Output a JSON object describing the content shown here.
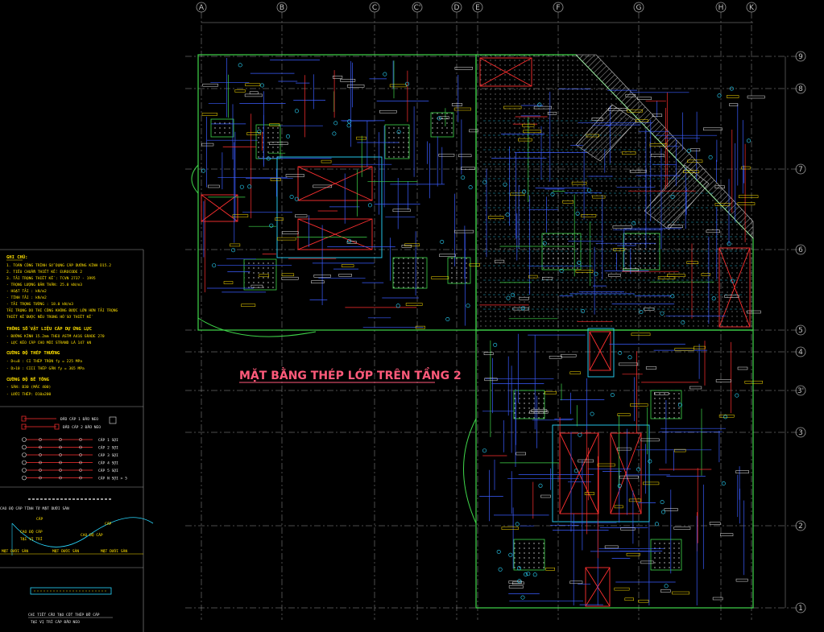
{
  "drawing": {
    "title": "MẶT BẰNG THÉP LỚP TRÊN TẦNG 2",
    "colors": {
      "background": "#000000",
      "grid": "#9a9a9a",
      "rebar": "#3a5cff",
      "walls": "#3fd64a",
      "hatch": "#ff3030",
      "text": "#ffe000",
      "title": "#ff5a7a",
      "cyan": "#29d8ff"
    }
  },
  "axes": {
    "top": [
      "A",
      "B",
      "C",
      "C'",
      "D",
      "E",
      "F",
      "G",
      "H",
      "K"
    ],
    "right": [
      "9",
      "8",
      "7",
      "6",
      "5",
      "4",
      "3'",
      "3",
      "2",
      "1"
    ]
  },
  "notes": {
    "heading": "GHI CHÚ:",
    "lines": [
      "1. TOÀN CÔNG TRÌNH SỬ DỤNG CÁP DƯỜNG KÍNH D15.2",
      "2. TIÊU CHUẨN THIẾT KẾ: EUROCODE 2",
      "3. TẢI TRỌNG THIẾT KẾ : TCVN 2737 - 1995",
      "   - TRỌNG LƯỢNG BẢN THÂN: 25.0 kN/m3",
      "   - HOẠT TẢI : kN/m2",
      "   - TĨNH TẢI : kN/m2",
      "   - TẢI TRỌNG TƯỜNG : 18.0 kN/m3",
      "   TẢI TRỌNG DO THI CÔNG KHÔNG ĐƯỢC LỚN HƠN TẢI TRỌNG",
      "   THIẾT KẾ ĐƯỢC NÊU TRONG HỒ SƠ THIẾT KẾ"
    ],
    "materials_heading": "THÔNG SỐ VẬT LIỆU CÁP DỰ ỨNG LỰC",
    "materials": [
      "- ĐƯỜNG KÍNH 15.2mm THEO ASTM A416 GRADE 270",
      "- LỰC KÉO CÁP CHO MỖI STRAND LÀ 147 kN"
    ],
    "rebar_heading": "CƯỜNG ĐỘ THÉP THƯỜNG",
    "rebar_lines": [
      "- D<=8 : CI THÉP TRÒN fy = 225 MPa",
      "- D>10 : CIII THÉP GÂN fy = 365 MPa"
    ],
    "concrete_heading": "CƯỜNG ĐỘ BÊ TÔNG",
    "concrete_lines": [
      "- SÀN: B30 (MÁC 400)",
      "- LƯỚI THÉP: D10a200"
    ]
  },
  "legend": {
    "items": [
      {
        "label": "ĐẦU CÁP 1 ĐẦU NEO"
      },
      {
        "label": "ĐẦU CÁP 2 ĐẦU NEO"
      }
    ],
    "tendon_rows": [
      {
        "label": "CÁP 1 SỢI"
      },
      {
        "label": "CÁP 2 SỢI"
      },
      {
        "label": "CÁP 3 SỢI"
      },
      {
        "label": "CÁP 4 SỢI"
      },
      {
        "label": "CÁP 5 SỢI"
      },
      {
        "label": "CÁP N SỢI > 5"
      }
    ]
  },
  "profile": {
    "caption": "CAO ĐỘ CÁP TÍNH TỪ MẶT DƯỚI SÀN",
    "tags": [
      "CÁP",
      "CÁP",
      "CAO ĐỘ CÁP",
      "TẠI VỊ TRÍ",
      "CAO ĐỘ CÁP"
    ],
    "bottom": [
      "MẶT DƯỚI SÀN",
      "MẶT DƯỚI SÀN",
      "MẶT DƯỚI SÀN"
    ]
  },
  "detail": {
    "line1": "CHI TIẾT CẤU TẠO CỐT THÉP ĐỠ CÁP",
    "line2": "TẠI VỊ TRÍ CÁP ĐẦU NEO"
  }
}
